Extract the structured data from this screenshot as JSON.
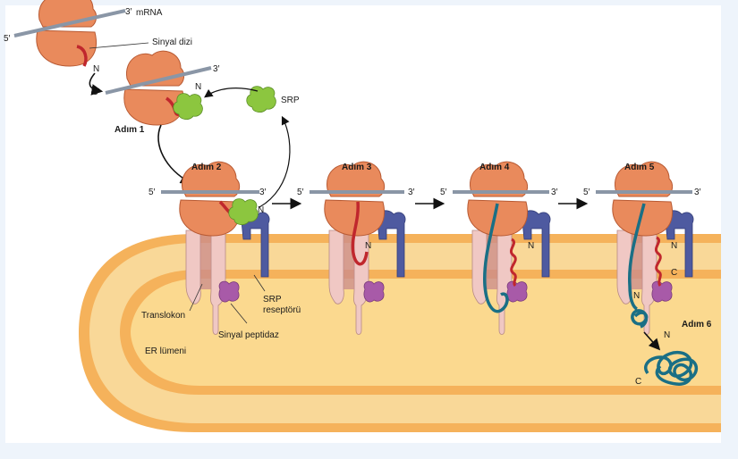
{
  "labels": {
    "prime5": "5′",
    "prime3": "3′",
    "mrna": "mRNA",
    "signal_sequence": "Sinyal dizi",
    "n": "N",
    "c": "C",
    "srp": "SRP",
    "step1": "Adım 1",
    "step2": "Adım 2",
    "step3": "Adım 3",
    "step4": "Adım 4",
    "step5": "Adım 5",
    "step6": "Adım 6",
    "srp_receptor_line1": "SRP",
    "srp_receptor_line2": "reseptörü",
    "translocon": "Translokon",
    "signal_peptidase": "Sinyal peptidaz",
    "er_lumen": "ER lümeni"
  },
  "colors": {
    "ribosome": "#e98a5c",
    "ribosome_stroke": "#b85a33",
    "mrna": "#a9b4c2",
    "signal_peptide": "#c0272d",
    "srp": "#8cc63f",
    "srp_receptor": "#4e5aa0",
    "translocon": "#f0c8c4",
    "translocon_inner": "#c98a8c",
    "peptidase": "#a85aa8",
    "polypeptide": "#1a6f85",
    "membrane_outer": "#f5b25b",
    "membrane_band": "#f9d898",
    "lumen": "#fbd98f"
  },
  "icons": [
    "ribosome-icon",
    "srp-icon",
    "srp-receptor-icon",
    "translocon-icon",
    "signal-peptidase-icon"
  ]
}
